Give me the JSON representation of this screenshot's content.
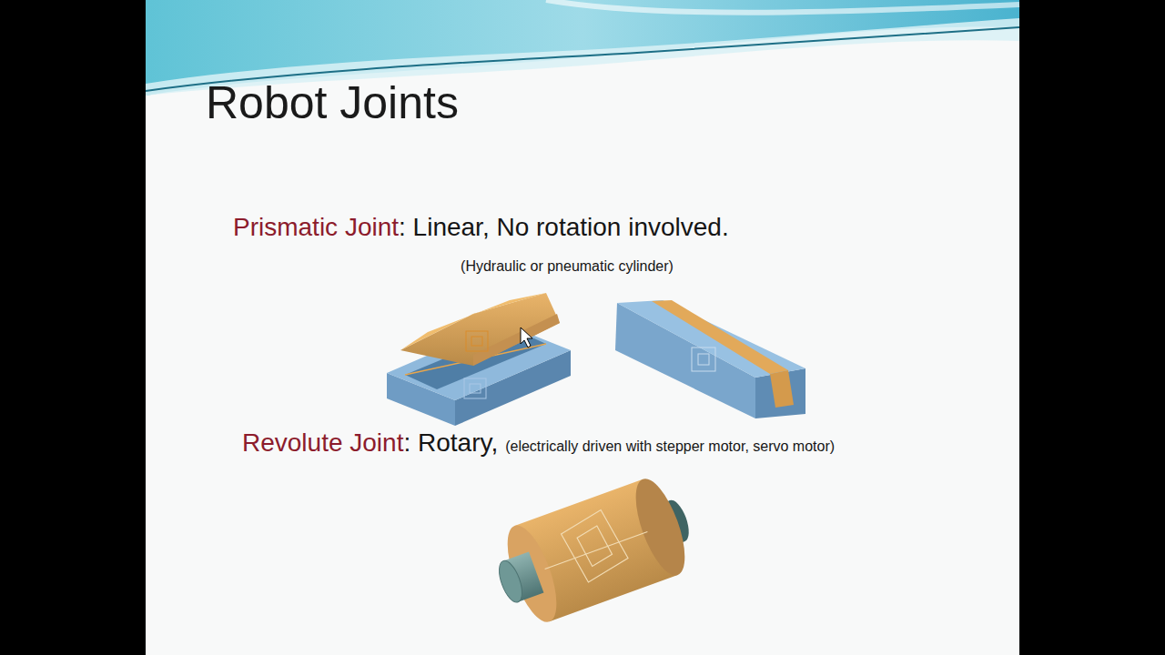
{
  "diagram": {
    "title": "Robot Joints",
    "labels": [
      "Prismatic Joint",
      ": Linear, No rotation involved.",
      "(Hydraulic or pneumatic cylinder)",
      "Revolute Joint",
      ": Rotary,",
      "(electrically driven with stepper motor, servo motor)"
    ]
  }
}
